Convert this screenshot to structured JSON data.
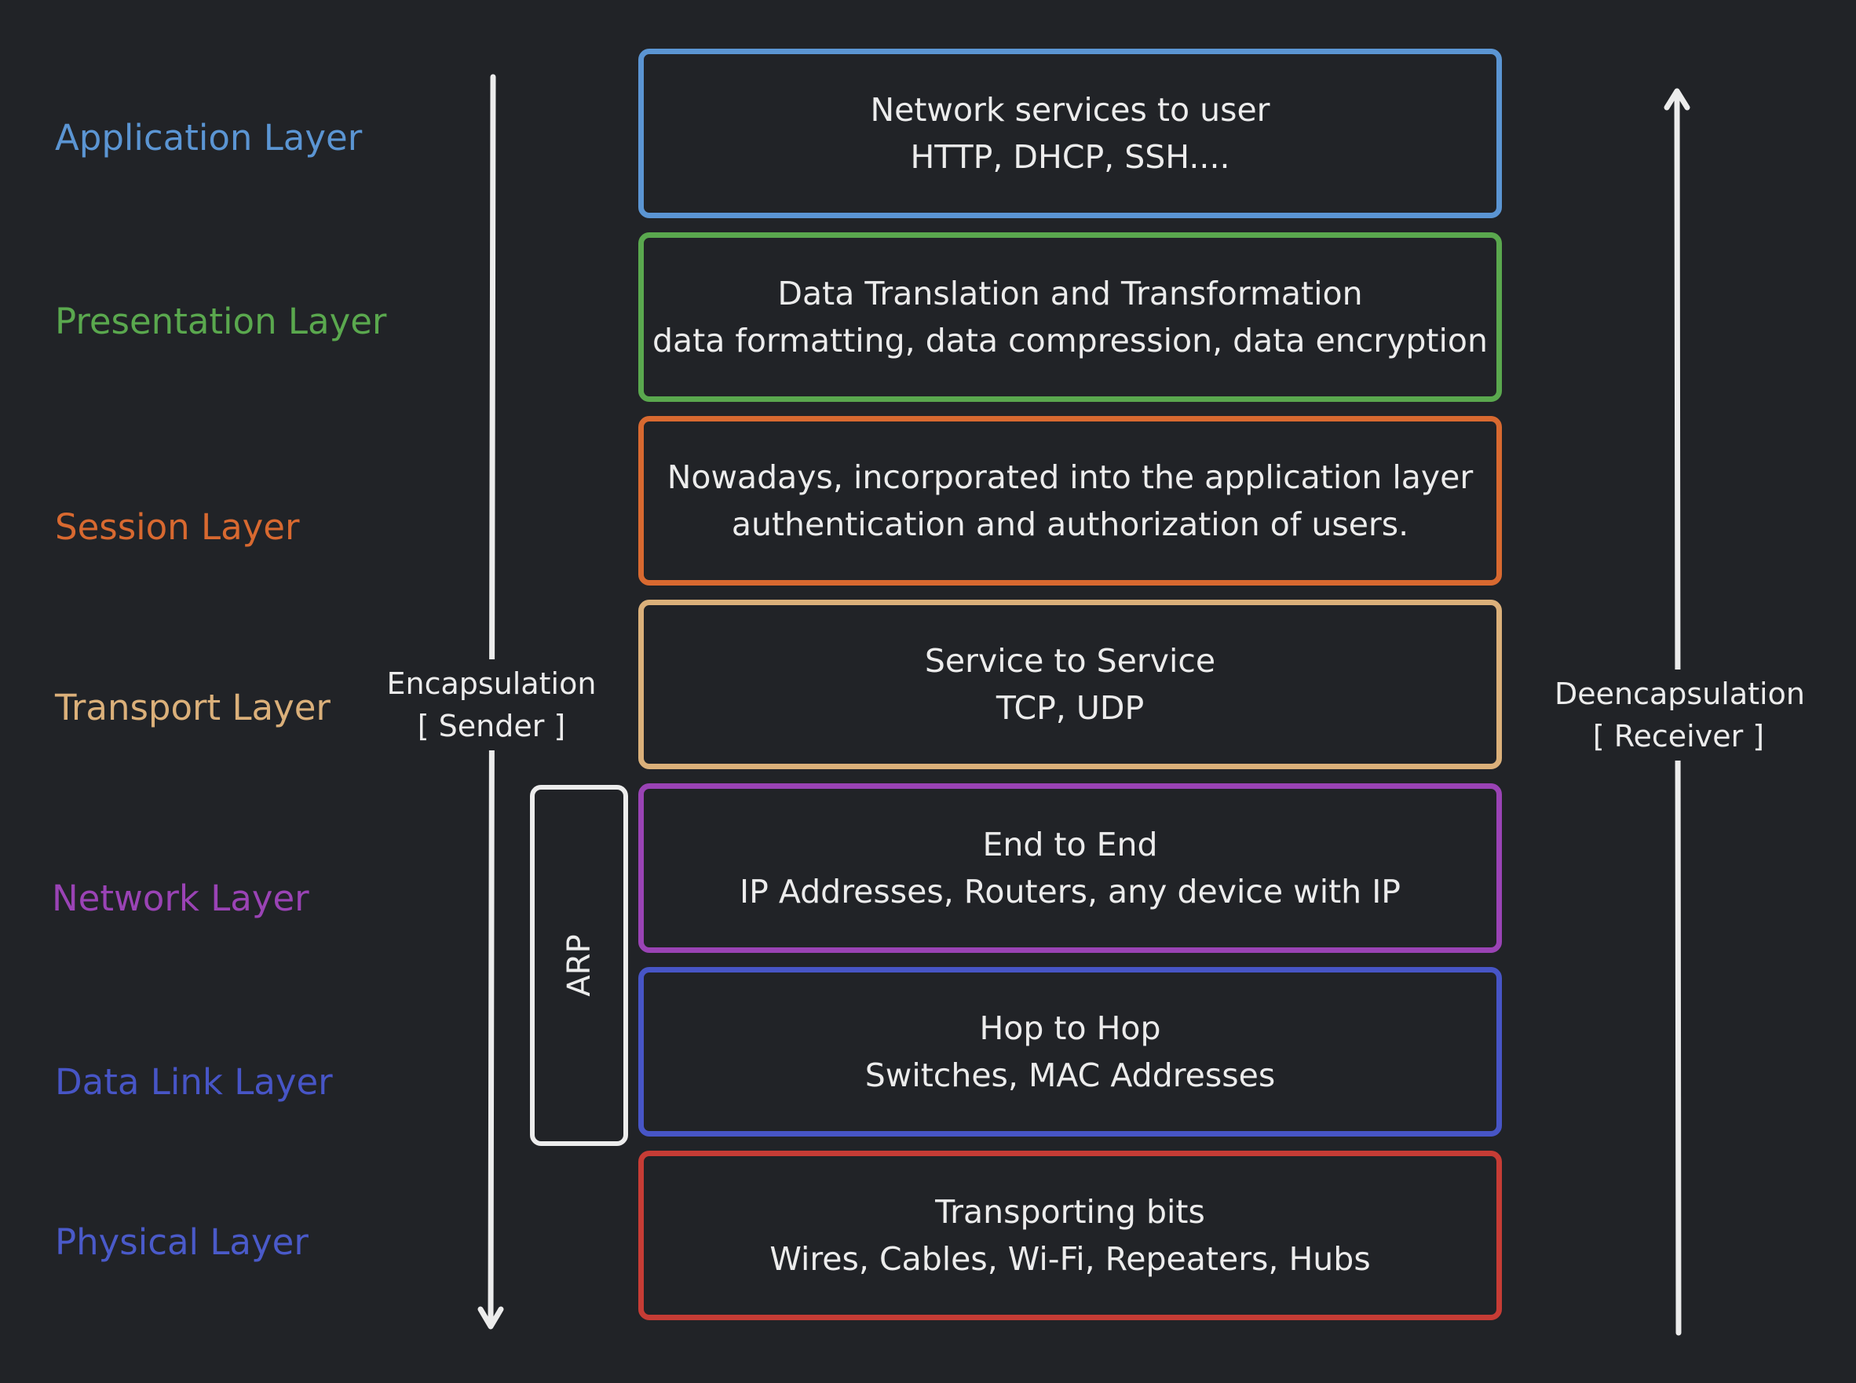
{
  "layers": [
    {
      "name": "Application Layer",
      "line1": "Network services to user",
      "line2": "HTTP, DHCP, SSH....",
      "color": "#5b95d3"
    },
    {
      "name": "Presentation Layer",
      "line1": "Data Translation and Transformation",
      "line2": "data formatting, data compression,  data encryption",
      "color": "#5aa84e"
    },
    {
      "name": "Session Layer",
      "line1": "Nowadays, incorporated into the application layer",
      "line2": "authentication and authorization of users.",
      "color": "#d86930"
    },
    {
      "name": "Transport Layer",
      "line1": "Service to Service",
      "line2": "TCP, UDP",
      "color": "#dbb07a"
    },
    {
      "name": "Network Layer",
      "line1": "End to End",
      "line2": "IP Addresses, Routers, any device with IP",
      "color": "#9a43b5"
    },
    {
      "name": "Data Link Layer",
      "line1": "Hop to Hop",
      "line2": "Switches, MAC Addresses",
      "color": "#4755c6"
    },
    {
      "name": "Physical Layer",
      "line1": "Transporting bits",
      "line2": "Wires, Cables, Wi-Fi, Repeaters, Hubs",
      "color": "#c63c35"
    }
  ],
  "label_colors": {
    "physical": "#4a5ac9"
  },
  "encapsulation": {
    "line1": "Encapsulation",
    "line2": "[ Sender ]"
  },
  "deencapsulation": {
    "line1": "Deencapsulation",
    "line2": "[ Receiver ]"
  },
  "arp": {
    "label": "ARP"
  }
}
